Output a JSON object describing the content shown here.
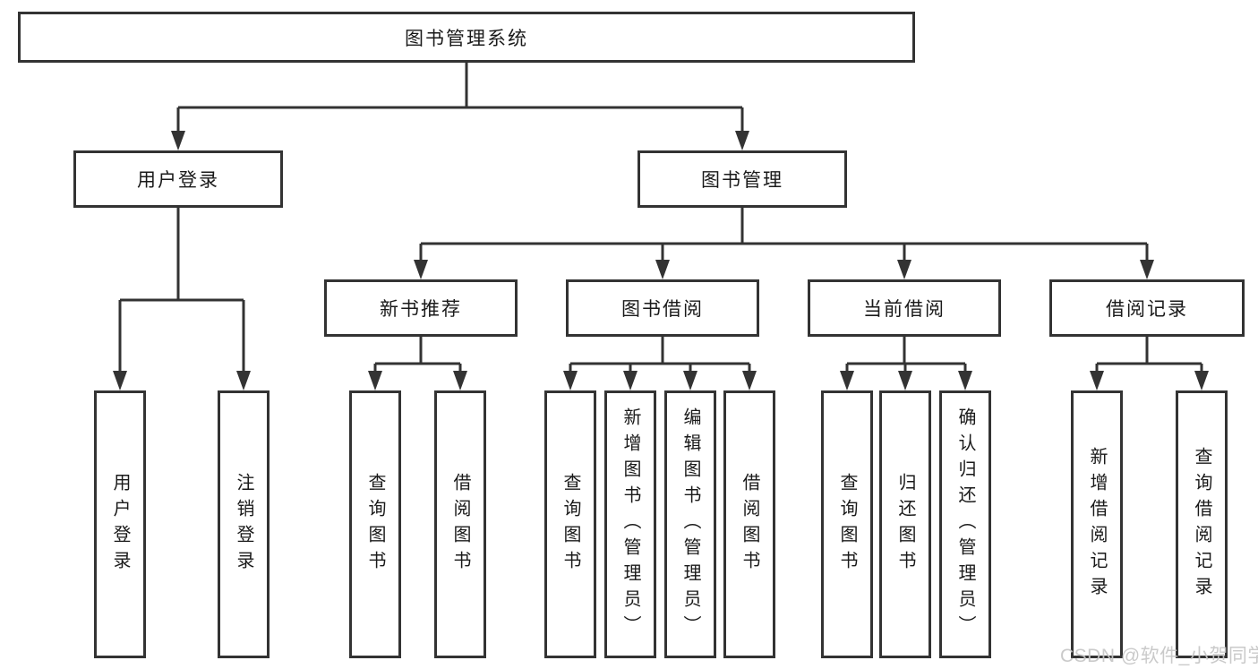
{
  "tree": {
    "label": "图书管理系统",
    "children": [
      {
        "label": "用户登录",
        "children": [
          {
            "label": "用户登录"
          },
          {
            "label": "注销登录"
          }
        ]
      },
      {
        "label": "图书管理",
        "children": [
          {
            "label": "新书推荐",
            "children": [
              {
                "label": "查询图书"
              },
              {
                "label": "借阅图书"
              }
            ]
          },
          {
            "label": "图书借阅",
            "children": [
              {
                "label": "查询图书"
              },
              {
                "label": "新增图书（管理员）"
              },
              {
                "label": "编辑图书（管理员）"
              },
              {
                "label": "借阅图书"
              }
            ]
          },
          {
            "label": "当前借阅",
            "children": [
              {
                "label": "查询图书"
              },
              {
                "label": "归还图书"
              },
              {
                "label": "确认归还（管理员）"
              }
            ]
          },
          {
            "label": "借阅记录",
            "children": [
              {
                "label": "新增借阅记录"
              },
              {
                "label": "查询借阅记录"
              }
            ]
          }
        ]
      }
    ]
  },
  "watermark": {
    "text": "CSDN @软件_小贺同学"
  },
  "colors": {
    "line": "#333333",
    "box_border": "#333333",
    "text": "#1a1a1a",
    "watermark": "#c6c6c6",
    "background": "#ffffff"
  }
}
